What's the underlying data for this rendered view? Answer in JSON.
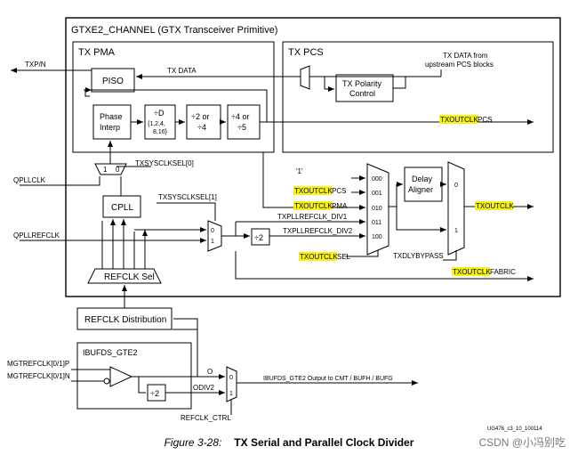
{
  "diagram": {
    "channel_title": "GTXE2_CHANNEL (GTX Transceiver Primitive)",
    "tx_pma": "TX PMA",
    "tx_pcs": "TX PCS",
    "piso": "PISO",
    "tx_data": "TX DATA",
    "tx_data_upstream_1": "TX DATA from",
    "tx_data_upstream_2": "upstream PCS blocks",
    "polarity_1": "TX Polarity",
    "polarity_2": "Control",
    "phase_1": "Phase",
    "phase_2": "Interp",
    "div_d": "÷D",
    "div_d_opt1": "{1,2,4,",
    "div_d_opt2": "8,16}",
    "div_2or4_1": "÷2 or",
    "div_2or4_2": "÷4",
    "div_4or5_1": "÷4 or",
    "div_4or5_2": "÷5",
    "txp_n": "TXP/N",
    "txoutclkpcs_hl": "TXOUTCLK",
    "txoutclkpcs_rest": "PCS",
    "txsysclksel0": "TXSYSCLKSEL[0]",
    "mux_1": "1",
    "mux_0": "0",
    "qpllclk": "QPLLCLK",
    "cpll": "CPLL",
    "txsysclksel1": "TXSYSCLKSEL[1]",
    "qpllrefclk": "QPLLREFCLK",
    "refclk_sel": "REFCLK Sel",
    "refclk_distribution": "REFCLK Distribution",
    "quote1": "'1'",
    "sel_pcs_hl": "TXOUTCLK",
    "sel_pcs_rest": "PCS",
    "sel_pma_hl": "TXOUTCLK",
    "sel_pma_rest": "PMA",
    "pllrefclk_div1": "TXPLLREFCLK_DIV1",
    "pllrefclk_div2": "TXPLLREFCLK_DIV2",
    "sel_sel_hl": "TXOUTCLK",
    "sel_sel_rest": "SEL",
    "code_000": "000",
    "code_001": "001",
    "code_010": "010",
    "code_011": "011",
    "code_100": "100",
    "div2_small": "÷2",
    "delay_1": "Delay",
    "delay_2": "Aligner",
    "mux2_0": "0",
    "mux2_1": "1",
    "txoutclk": "TXOUTCLK",
    "txdlybypass": "TXDLYBYPASS",
    "fabric_hl": "TXOUTCLK",
    "fabric_rest": "FABRIC",
    "ibufds_gte2": "IBUFDS_GTE2",
    "mgtrefclk_p": "MGTREFCLK[0/1]P",
    "mgtrefclk_n": "MGTREFCLK[0/1]N",
    "o_label": "O",
    "odiv2": "ODIV2",
    "div2_ibuf": "÷2",
    "mux3_0": "0",
    "mux3_1": "1",
    "ibufds_output": "IBUFDS_GTE2   Output to CMT / BUFH / BUFG",
    "refclk_ctrl": "REFCLK_CTRL",
    "doc_id": "UG476_c3_10_100114"
  },
  "colors": {
    "highlight": "#f7f20f",
    "line": "#000000",
    "watermark": "#7a7a7a"
  },
  "caption": {
    "figure": "Figure 3-28:",
    "title": "TX Serial and Parallel Clock Divider"
  },
  "watermark": "CSDN @小冯别吃"
}
